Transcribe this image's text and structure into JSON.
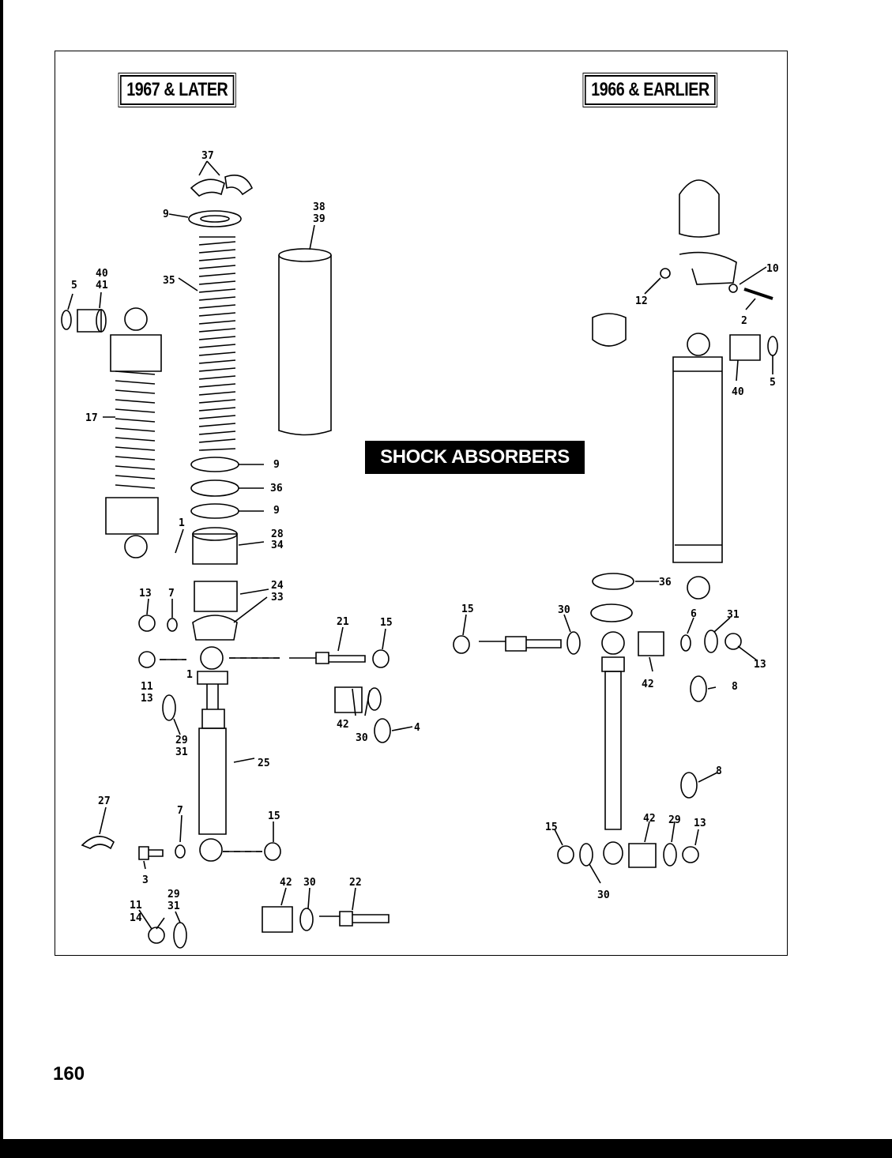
{
  "sections": {
    "later_label": "1967 & LATER",
    "earlier_label": "1966 & EARLIER"
  },
  "title": "SHOCK ABSORBERS",
  "page_number": "160",
  "callouts": [
    "37",
    "9",
    "38",
    "39",
    "40",
    "41",
    "5",
    "35",
    "17",
    "9",
    "36",
    "9",
    "28",
    "34",
    "1",
    "24",
    "33",
    "13",
    "7",
    "21",
    "15",
    "11",
    "13",
    "1",
    "42",
    "30",
    "4",
    "29",
    "31",
    "25",
    "27",
    "7",
    "15",
    "3",
    "42",
    "30",
    "22",
    "11",
    "14",
    "29",
    "31",
    "10",
    "12",
    "2",
    "40",
    "5",
    "36",
    "15",
    "30",
    "6",
    "31",
    "13",
    "42",
    "8",
    "8",
    "15",
    "42",
    "29",
    "13",
    "30"
  ]
}
